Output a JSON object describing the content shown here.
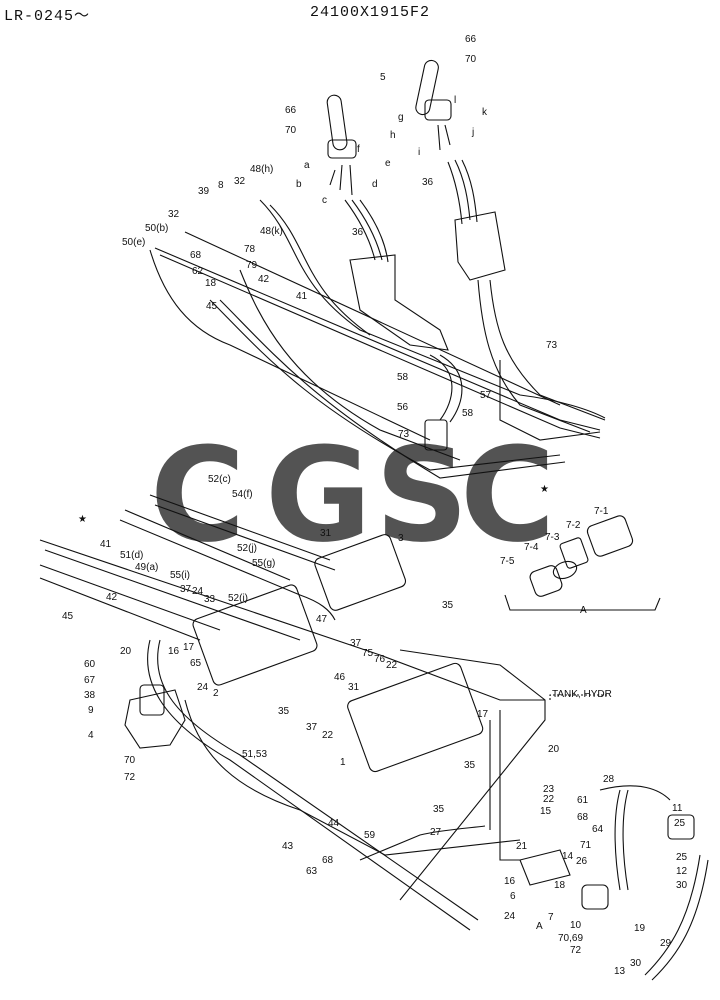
{
  "header": {
    "code": "LR-0245～",
    "part_no": "24100X1915F2"
  },
  "callouts": {
    "c66a": "66",
    "c70a": "70",
    "c5": "5",
    "c66b": "66",
    "c70b": "70",
    "ca": "a",
    "cb": "b",
    "cc": "c",
    "cd": "d",
    "ce": "e",
    "cf": "f",
    "cg": "g",
    "ch": "h",
    "ci": "i",
    "cj": "j",
    "ck": "k",
    "cl": "l",
    "c36a": "36",
    "c36b": "36",
    "c39": "39",
    "c8": "8",
    "c32a": "32",
    "c48h": "48(h)",
    "c32b": "32",
    "c48k": "48(k)",
    "c50b": "50(b)",
    "c50e": "50(e)",
    "c68": "68",
    "c62": "62",
    "c18": "18",
    "c78": "78",
    "c79": "79",
    "c42a": "42",
    "c45a": "45",
    "c41a": "41",
    "c73a": "73",
    "c58a": "58",
    "c57": "57",
    "c56": "56",
    "c58b": "58",
    "c73b": "73",
    "c7_1": "7-1",
    "c7_2": "7-2",
    "c7_3": "7-3",
    "c7_4": "7-4",
    "c7_5": "7-5",
    "cA1": "A",
    "c52c": "52(c)",
    "c54f": "54(f)",
    "c31a": "31",
    "c3": "3",
    "c52j": "52(j)",
    "c55g": "55(g)",
    "c41b": "41",
    "c51d": "51(d)",
    "c49a": "49(a)",
    "c55i": "55(i)",
    "c37a": "37",
    "c24a": "24",
    "c33": "33",
    "c52i": "52(i)",
    "c42b": "42",
    "c45b": "45",
    "c35a": "35",
    "c47": "47",
    "c37b": "37",
    "c75": "75",
    "c76": "76",
    "c22a": "22",
    "c60": "60",
    "c67": "67",
    "c38": "38",
    "c9": "9",
    "c4": "4",
    "c20a": "20",
    "c16a": "16",
    "c65": "65",
    "c24b": "24",
    "c2": "2",
    "c17a": "17",
    "c46": "46",
    "c35b": "35",
    "c37c": "37",
    "c22b": "22",
    "c31b": "31",
    "c1": "1",
    "c35c": "35",
    "c70c": "70",
    "c72a": "72",
    "c51_53": "51,53",
    "c35d": "35",
    "tank": "TANK, HYDR",
    "c17b": "17",
    "c20b": "20",
    "c23": "23",
    "c22c": "22",
    "c15": "15",
    "c61": "61",
    "c68b": "68",
    "c21": "21",
    "c27": "27",
    "c44": "44",
    "c43": "43",
    "c59": "59",
    "c68c": "68",
    "c63": "63",
    "c28": "28",
    "c11": "11",
    "c25a": "25",
    "c64": "64",
    "c71": "71",
    "c26": "26",
    "c14": "14",
    "c16b": "16",
    "c6": "6",
    "c18b": "18",
    "c24c": "24",
    "c25b": "25",
    "c12": "12",
    "c30a": "30",
    "c10": "10",
    "c7b": "7",
    "cA2": "A",
    "c70_69": "70,69",
    "c72b": "72",
    "c19": "19",
    "c29": "29",
    "c30b": "30",
    "c13": "13"
  },
  "watermark": {
    "letters": [
      "C",
      "G",
      "S",
      "C"
    ],
    "colors": [
      "#4f8df2",
      "#ef6f5e",
      "#f3c640",
      "#3aa86f"
    ]
  },
  "markers": {
    "star": "★"
  }
}
